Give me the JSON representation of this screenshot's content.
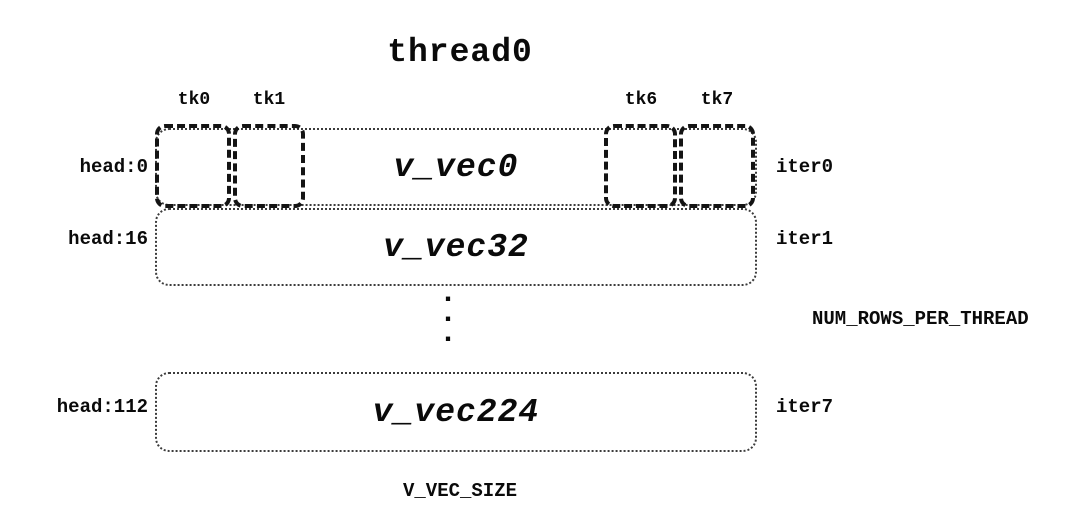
{
  "title": "thread0",
  "tk_labels": [
    "tk0",
    "tk1",
    "tk6",
    "tk7"
  ],
  "rows": [
    {
      "head": "head:0",
      "vec": "v_vec0",
      "iter": "iter0"
    },
    {
      "head": "head:16",
      "vec": "v_vec32",
      "iter": "iter1"
    },
    {
      "head": "head:112",
      "vec": "v_vec224",
      "iter": "iter7"
    }
  ],
  "ellipsis": [
    ".",
    ".",
    "."
  ],
  "annotations": {
    "num_rows": "NUM_ROWS_PER_THREAD",
    "v_vec_size": "V_VEC_SIZE"
  }
}
